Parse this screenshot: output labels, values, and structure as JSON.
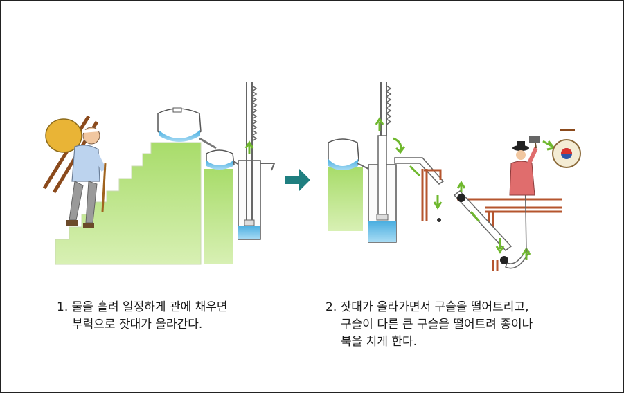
{
  "captions": {
    "step1": {
      "line1": "1. 물을 흘려 일정하게 관에 채우면",
      "line2": "부력으로 잣대가 올라간다."
    },
    "step2": {
      "line1": "2. 잣대가 올라가면서 구슬을 떨어트리고,",
      "line2": "구슬이 다른 큰 구슬을 떨어트려 종이나",
      "line3": "북을 치게 한다."
    }
  },
  "colors": {
    "grass": "#b5e07a",
    "water": "#5bb8e6",
    "arrow_green": "#6fb82e",
    "transition_arrow": "#1f7f80",
    "pipe_brown": "#b5552e",
    "frame": "#222222"
  }
}
